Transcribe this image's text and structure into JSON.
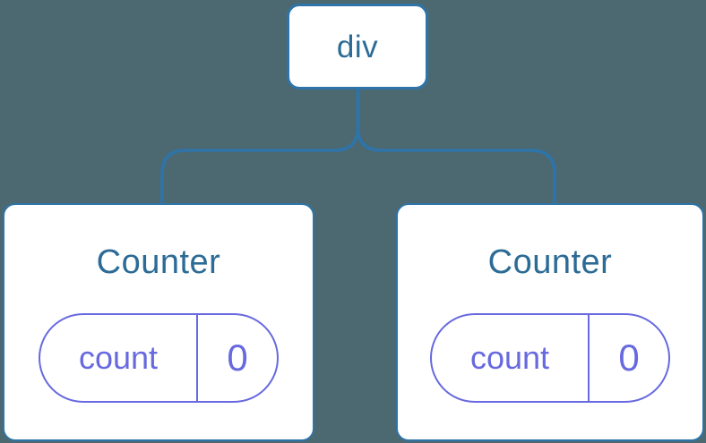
{
  "diagram": {
    "root": {
      "label": "div"
    },
    "children": [
      {
        "title": "Counter",
        "state": {
          "key": "count",
          "value": "0"
        }
      },
      {
        "title": "Counter",
        "state": {
          "key": "count",
          "value": "0"
        }
      }
    ]
  },
  "colors": {
    "background": "#4c6972",
    "line": "#2e74a8",
    "heading_text": "#2c6b96",
    "state_purple": "#6769df",
    "card_background": "#ffffff"
  }
}
